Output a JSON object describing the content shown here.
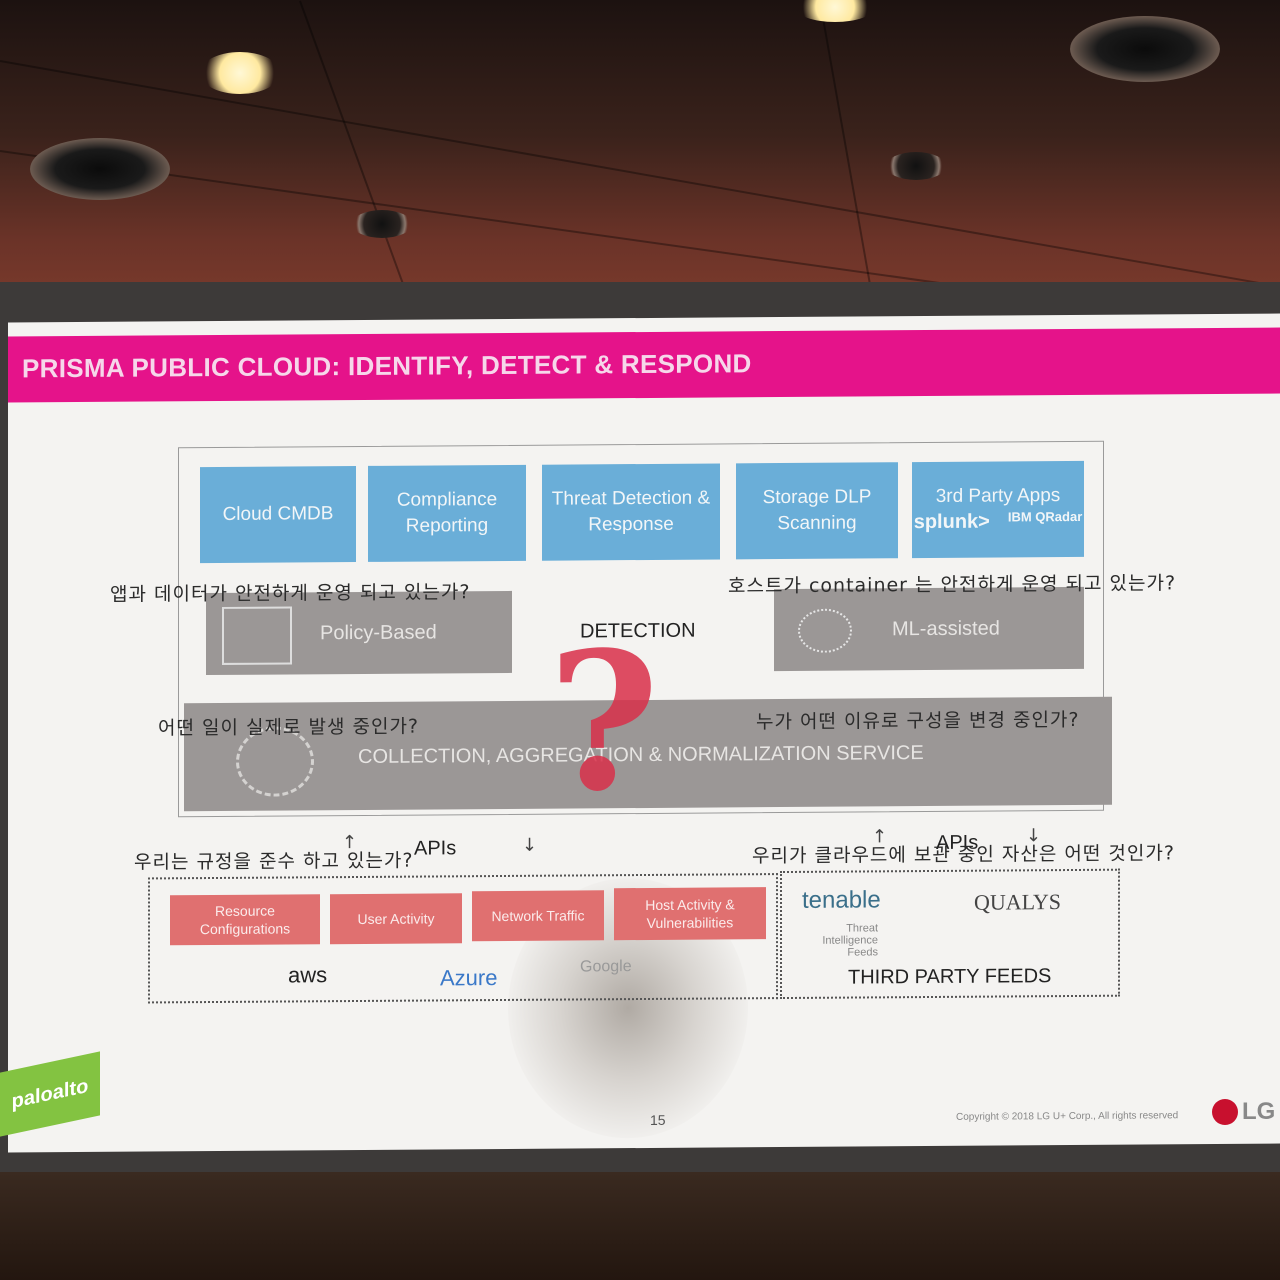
{
  "slide": {
    "title": "PRISMA PUBLIC CLOUD: IDENTIFY, DETECT & RESPOND",
    "top_boxes": [
      "Cloud CMDB",
      "Compliance Reporting",
      "Threat Detection & Response",
      "Storage DLP Scanning",
      "3rd Party Apps"
    ],
    "third_party_logos": [
      "splunk>",
      "IBM QRadar"
    ],
    "detection_label": "DETECTION",
    "policy_label": "Policy-Based",
    "ml_label": "ML-assisted",
    "collection_label": "COLLECTION, AGGREGATION & NORMALIZATION SERVICE",
    "apis_left": "APIs",
    "apis_right": "APIs",
    "bottom_boxes": [
      "Resource Configurations",
      "User Activity",
      "Network Traffic",
      "Host Activity & Vulnerabilities"
    ],
    "cloud_logos": [
      "aws",
      "Azure",
      "Google"
    ],
    "feed_logos": [
      "tenable",
      "QUALYS",
      "Threat Intelligence Feeds"
    ],
    "feeds_label": "THIRD PARTY FEEDS",
    "page_number": "15",
    "copyright": "Copyright © 2018 LG U+ Corp., All rights reserved",
    "brand_left": "paloalto",
    "brand_right": "LG"
  },
  "overlay_korean": {
    "q1": "앱과 데이터가 안전하게 운영 되고 있는가?",
    "q2": "호스트가 container 는 안전하게 운영 되고 있는가?",
    "q3": "어떤 일이 실제로 발생 중인가?",
    "q4": "누가 어떤 이유로 구성을 변경 중인가?",
    "q5": "우리는 규정을 준수 하고 있는가?",
    "q6": "우리가 클라우드에 보관 중인 자산은 어떤 것인가?"
  },
  "question_mark": "?"
}
